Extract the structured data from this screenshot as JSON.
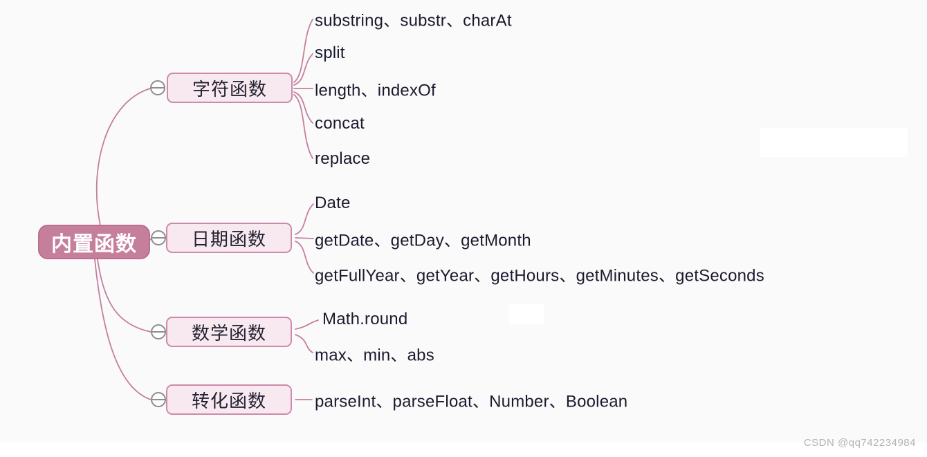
{
  "root": {
    "label": "内置函数"
  },
  "branches": [
    {
      "label": "字符函数",
      "leaves": [
        "substring、substr、charAt",
        "split",
        "length、indexOf",
        "concat",
        "replace"
      ]
    },
    {
      "label": "日期函数",
      "leaves": [
        "Date",
        "getDate、getDay、getMonth",
        "getFullYear、getYear、getHours、getMinutes、getSeconds"
      ]
    },
    {
      "label": "数学函数",
      "leaves": [
        "Math.round",
        "max、min、abs"
      ]
    },
    {
      "label": "转化函数",
      "leaves": [
        "parseInt、parseFloat、Number、Boolean"
      ]
    }
  ],
  "watermark": "CSDN @qq742234984",
  "colors": {
    "background": "#fafafa",
    "root_fill": "#c57f9b",
    "root_text": "#ffffff",
    "branch_fill": "#f8e9f1",
    "branch_border": "#cd8aab",
    "leaf_text": "#1a1a2e",
    "connector": "#c57e9e",
    "collapse_icon_stroke": "#8d8d8d",
    "watermark_text": "#b3b3b3"
  },
  "chart_data": {
    "type": "mindmap-tree",
    "title": "内置函数",
    "nodes": [
      {
        "parent": "内置函数",
        "child": "字符函数"
      },
      {
        "parent": "字符函数",
        "child": "substring、substr、charAt"
      },
      {
        "parent": "字符函数",
        "child": "split"
      },
      {
        "parent": "字符函数",
        "child": "length、indexOf"
      },
      {
        "parent": "字符函数",
        "child": "concat"
      },
      {
        "parent": "字符函数",
        "child": "replace"
      },
      {
        "parent": "内置函数",
        "child": "日期函数"
      },
      {
        "parent": "日期函数",
        "child": "Date"
      },
      {
        "parent": "日期函数",
        "child": "getDate、getDay、getMonth"
      },
      {
        "parent": "日期函数",
        "child": "getFullYear、getYear、getHours、getMinutes、getSeconds"
      },
      {
        "parent": "内置函数",
        "child": "数学函数"
      },
      {
        "parent": "数学函数",
        "child": "Math.round"
      },
      {
        "parent": "数学函数",
        "child": "max、min、abs"
      },
      {
        "parent": "内置函数",
        "child": "转化函数"
      },
      {
        "parent": "转化函数",
        "child": "parseInt、parseFloat、Number、Boolean"
      }
    ]
  }
}
